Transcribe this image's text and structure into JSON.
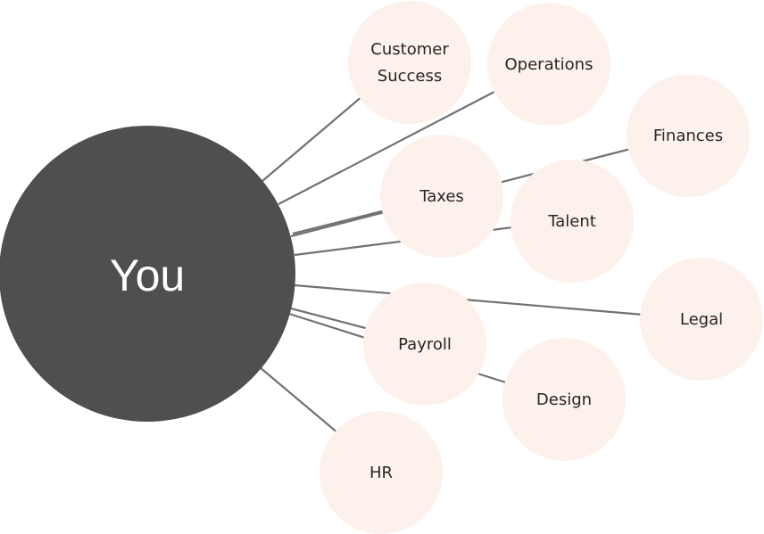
{
  "center": {
    "label": "You",
    "color": "#4f4f4f",
    "text_color": "#ffffff"
  },
  "node_color": "#fdf1ec",
  "connector_color": "#727272",
  "nodes": [
    {
      "id": "customer-success",
      "lines": [
        "Customer",
        "Success"
      ]
    },
    {
      "id": "operations",
      "lines": [
        "Operations"
      ]
    },
    {
      "id": "finances",
      "lines": [
        "Finances"
      ]
    },
    {
      "id": "taxes",
      "lines": [
        "Taxes"
      ]
    },
    {
      "id": "talent",
      "lines": [
        "Talent"
      ]
    },
    {
      "id": "legal",
      "lines": [
        "Legal"
      ]
    },
    {
      "id": "payroll",
      "lines": [
        "Payroll"
      ]
    },
    {
      "id": "design",
      "lines": [
        "Design"
      ]
    },
    {
      "id": "hr",
      "lines": [
        "HR"
      ]
    }
  ]
}
